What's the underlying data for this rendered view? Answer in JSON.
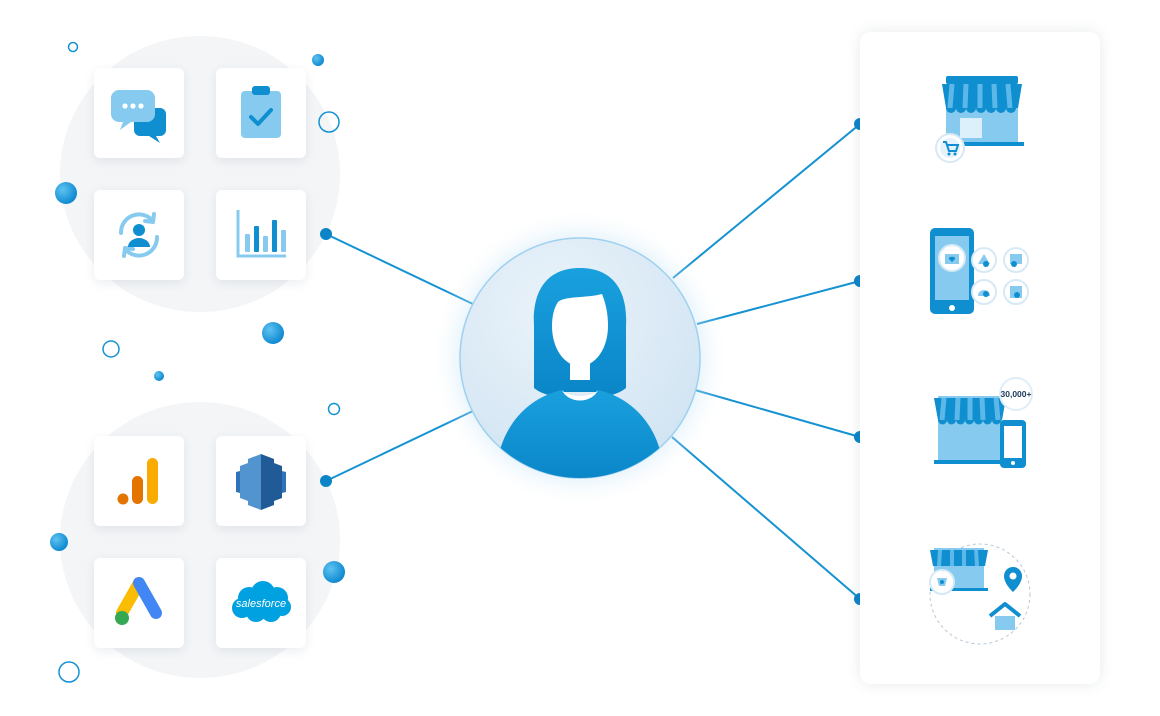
{
  "title": "",
  "hub": {
    "icon": "customer-avatar-icon"
  },
  "groups": [
    {
      "name": "",
      "tiles": [
        {
          "icon": "chat-bubbles-icon"
        },
        {
          "icon": "clipboard-check-icon"
        },
        {
          "icon": "user-sync-icon"
        },
        {
          "icon": "bar-chart-icon"
        }
      ]
    },
    {
      "name": "",
      "tiles": [
        {
          "icon": "google-analytics-logo"
        },
        {
          "icon": "amazon-redshift-logo"
        },
        {
          "icon": "google-ads-logo"
        },
        {
          "icon": "salesforce-logo",
          "label": "salesforce"
        }
      ]
    }
  ],
  "channels": [
    {
      "icon": "storefront-cart-icon"
    },
    {
      "icon": "mobile-app-icon"
    },
    {
      "icon": "storefront-mobile-icon",
      "badge": "30,000+"
    },
    {
      "icon": "store-location-home-icon"
    }
  ],
  "colors": {
    "primary": "#0f8ed0",
    "primary_light": "#5bb8e8",
    "hub_fill": "#d9e9f5",
    "blob": "#f3f5f7",
    "ga_orange": "#f9ab00",
    "ga_dark": "#e37400",
    "redshift": "#205b98",
    "ads_blue": "#4285f4",
    "ads_yellow": "#fbbc04",
    "ads_green": "#34a853",
    "salesforce": "#00a1e0"
  }
}
